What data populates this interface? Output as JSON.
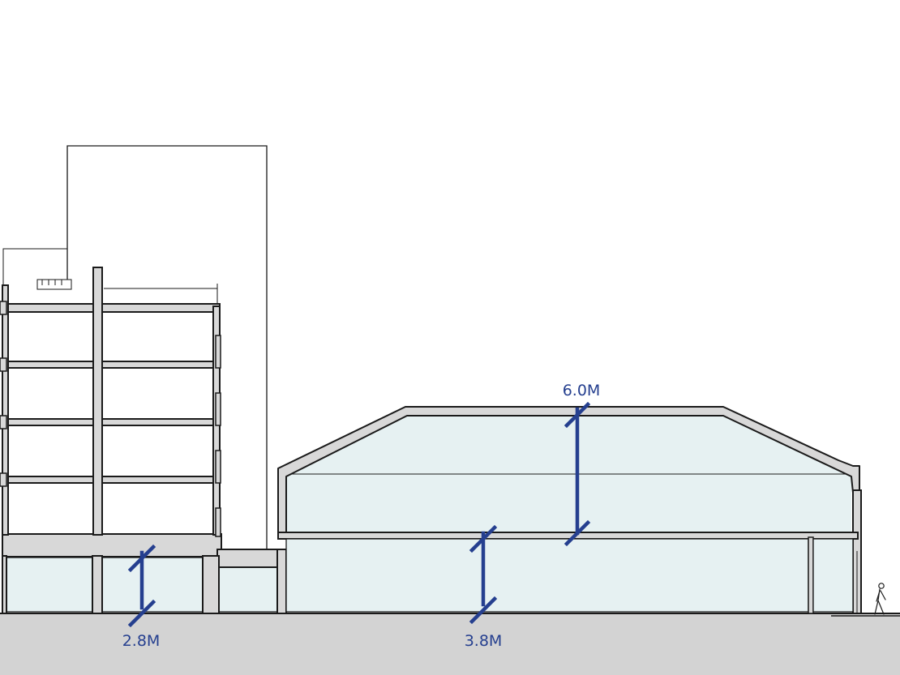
{
  "drawing": {
    "colors": {
      "background": "#ffffff",
      "ground": "#d3d3d3",
      "wall_fill": "#d8d8d8",
      "outline": "#1a1a1a",
      "glazing": "#e6f1f2",
      "dimension": "#253f8f"
    },
    "dimensions": [
      {
        "id": "office-ground-floor-height",
        "label": "2.8M"
      },
      {
        "id": "hall-lower-height",
        "label": "3.8M"
      },
      {
        "id": "hall-upper-height",
        "label": "6.0M"
      }
    ]
  }
}
